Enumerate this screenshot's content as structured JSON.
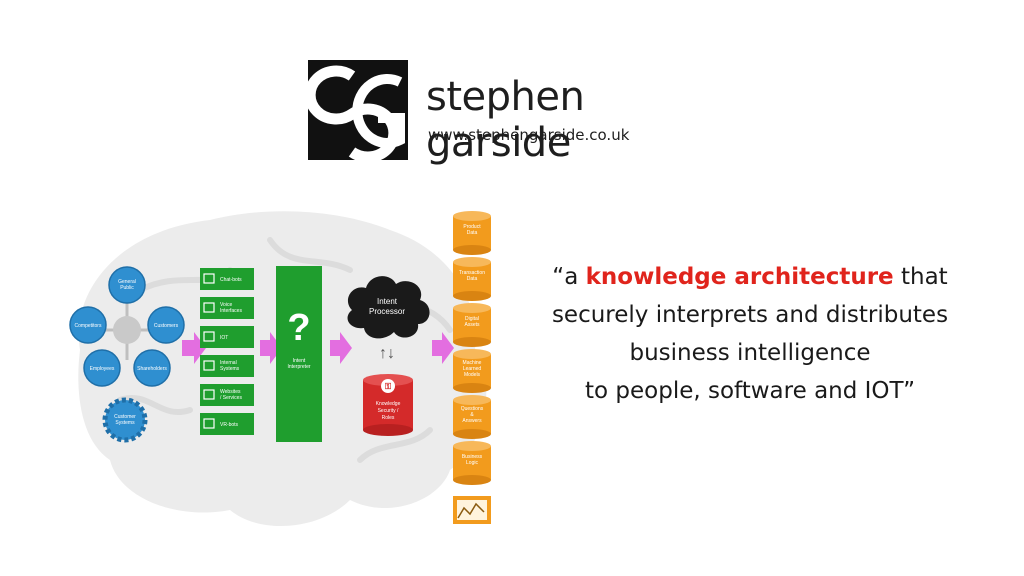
{
  "logo": {
    "name": "stephen garside",
    "url": "www.stephengarside.co.uk"
  },
  "quote": {
    "open": "“a ",
    "highlight": "knowledge architecture",
    "after_highlight": " that",
    "line2": "securely interprets and distributes",
    "line3": "business intelligence",
    "line4": "to people, software and IOT”",
    "highlight_color": "#e0241c"
  },
  "diagram": {
    "people": {
      "nodes": [
        "General Public",
        "Competitors",
        "Customers",
        "Employees",
        "Shareholders",
        "Customer Systems"
      ],
      "color": "#2f8fd0"
    },
    "channels": {
      "items": [
        {
          "label": "Chat-bots",
          "icon": "chat-icon"
        },
        {
          "label": "Voice Interfaces",
          "icon": "voice-icon"
        },
        {
          "label": "IOT",
          "icon": "iot-icon"
        },
        {
          "label": "Internal Systems",
          "icon": "monitor-icon"
        },
        {
          "label": "Websites / Services",
          "icon": "web-icon"
        },
        {
          "label": "VR-bots",
          "icon": "vr-icon"
        }
      ],
      "color": "#1f9e2e"
    },
    "interpreter": {
      "symbol": "?",
      "label": "Intent Interpreter",
      "color": "#1f9e2e"
    },
    "processor": {
      "label": "Intent Processor",
      "color": "#1a1a1a"
    },
    "security": {
      "label": "Knowledge Security / Roles",
      "color": "#d42a2a"
    },
    "data_sources": {
      "items": [
        "Product Data",
        "Transaction Data",
        "Digital Assets",
        "Machine Learned Models",
        "Questions & Answers",
        "Business Logic"
      ],
      "color": "#f29b1d"
    },
    "arrow_color": "#e36ee0"
  }
}
